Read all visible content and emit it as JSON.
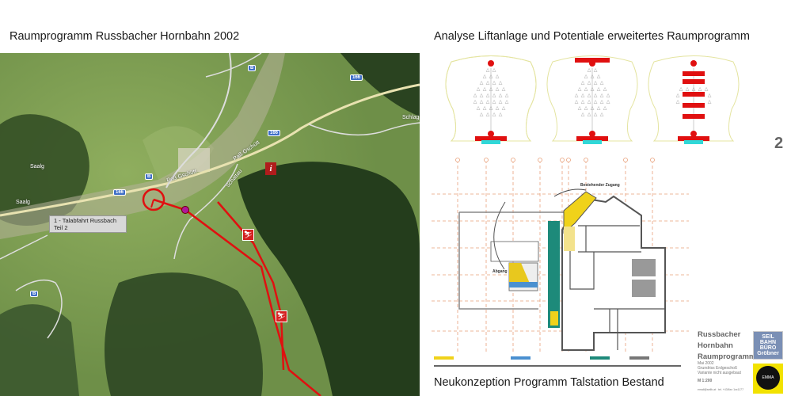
{
  "left_title": "Raumprogramm Russbacher Hornbahn 2002",
  "right_title": "Analyse Liftanlage und Potentiale erweitertes Raumprogramm",
  "bottom_caption": "Neukonzeption Programm Talstation Bestand",
  "page_number": "2",
  "map": {
    "tooltip_line1": "1 - Talabfahrt Russbach",
    "tooltip_line2": "Teil 2",
    "road_number": "166",
    "labels": {
      "saalg1": "Saalg",
      "saalg2": "Saalg",
      "pass1": "Paß Gschütt",
      "pass2": "Paß Gschütt",
      "schattau": "Schattau",
      "schlag": "Schlag"
    },
    "info_icon": "i",
    "ski_icon": "⛷",
    "bus_icon": "B"
  },
  "plan": {
    "existing_access": "Bestehender Zugang",
    "exit": "Abgang"
  },
  "title_block": {
    "line1": "Russbacher",
    "line2": "Hornbahn",
    "line3": "Raumprogramm",
    "date": "Mai 2002",
    "sheet": "Grundriss Erdgeschoß",
    "variant": "Variante nicht ausgebaut",
    "scale": "M 1:200",
    "contact": "email@seilb.at · tel. +43/6xx 1xx1177"
  },
  "logos": {
    "seilbahn": "SEIL BAHN BÜRO Gröbner",
    "emma": "EMMA"
  },
  "colors": {
    "lift_red": "#e01010",
    "teal": "#1d8a7a",
    "yellow": "#f0d21a",
    "cyan": "#30d8d8",
    "grid_orange": "#e8a07a"
  }
}
